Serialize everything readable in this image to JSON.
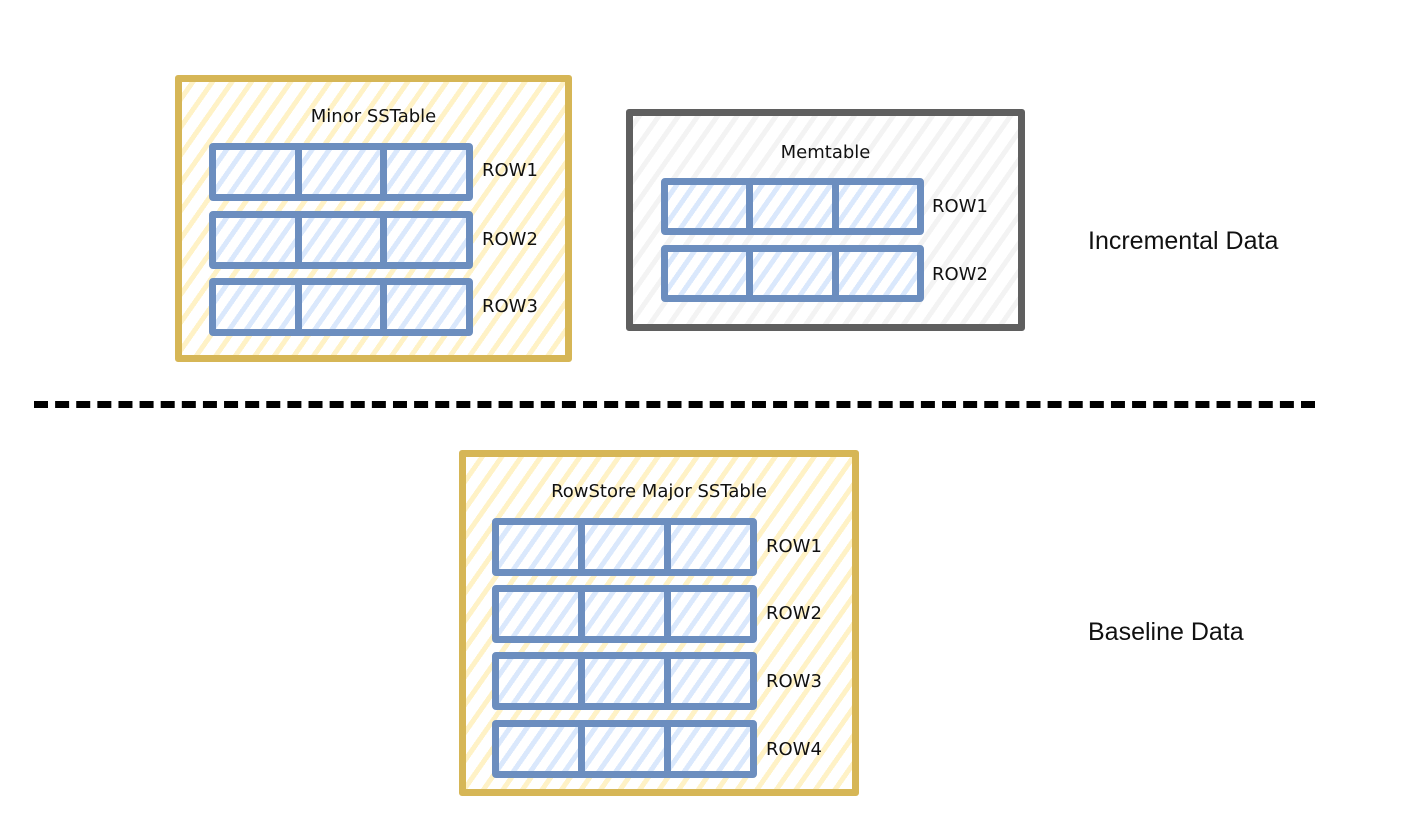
{
  "colors": {
    "sstable_border": "#d6b656",
    "sstable_fill": "#fff2cc",
    "memtable_border": "#5f5f5f",
    "row_border": "#6c8ebf",
    "row_fill": "#dae8fc",
    "divider": "#000000"
  },
  "minor_sstable": {
    "title": "Minor SSTable",
    "rows": [
      "ROW1",
      "ROW2",
      "ROW3"
    ]
  },
  "memtable": {
    "title": "Memtable",
    "rows": [
      "ROW1",
      "ROW2"
    ]
  },
  "major_sstable": {
    "title": "RowStore Major SSTable",
    "rows": [
      "ROW1",
      "ROW2",
      "ROW3",
      "ROW4"
    ]
  },
  "labels": {
    "incremental": "Incremental Data",
    "baseline": "Baseline Data"
  }
}
